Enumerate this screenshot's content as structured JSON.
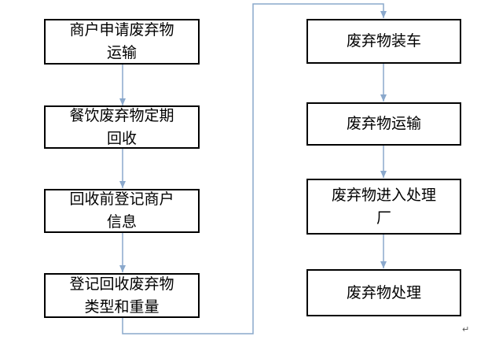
{
  "diagram": {
    "left_column": [
      {
        "id": "n1",
        "label": "商户申请废弃物\n运输"
      },
      {
        "id": "n2",
        "label": "餐饮废弃物定期\n回收"
      },
      {
        "id": "n3",
        "label": "回收前登记商户\n信息"
      },
      {
        "id": "n4",
        "label": "登记回收废弃物\n类型和重量"
      }
    ],
    "right_column": [
      {
        "id": "n5",
        "label": "废弃物装车"
      },
      {
        "id": "n6",
        "label": "废弃物运输"
      },
      {
        "id": "n7",
        "label": "废弃物进入处理\n厂"
      },
      {
        "id": "n8",
        "label": "废弃物处理"
      }
    ],
    "return_mark": "↵",
    "colors": {
      "box_border": "#000000",
      "connector": "#8aa8cc"
    }
  }
}
